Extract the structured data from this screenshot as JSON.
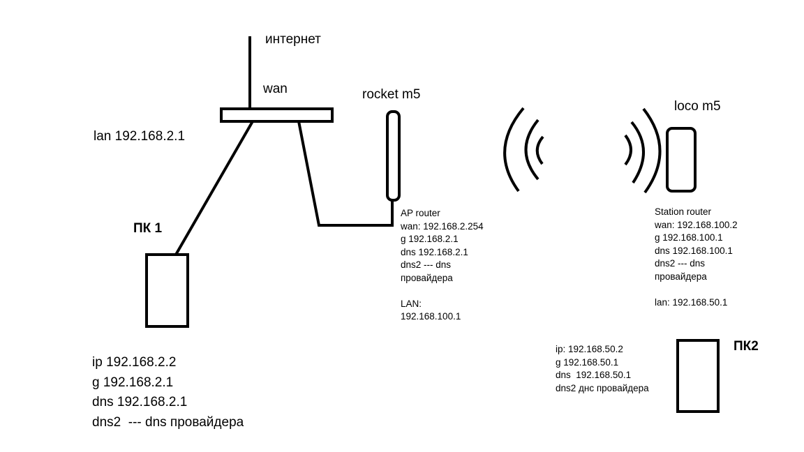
{
  "labels": {
    "internet": "интернет",
    "wan": "wan",
    "lan": "lan 192.168.2.1",
    "rocket": "rocket m5",
    "loco": "loco m5",
    "pc1": "ПК 1",
    "pc2": "ПК2"
  },
  "ap_router": {
    "lines": [
      "AP router",
      "wan: 192.168.2.254",
      "g 192.168.2.1",
      "dns 192.168.2.1",
      "dns2 --- dns",
      "провайдера",
      "",
      "LAN:",
      "192.168.100.1"
    ]
  },
  "station_router": {
    "lines": [
      "Station router",
      "wan: 192.168.100.2",
      "g 192.168.100.1",
      "dns 192.168.100.1",
      "dns2 --- dns",
      "провайдера",
      "",
      "lan: 192.168.50.1"
    ]
  },
  "pc1_info": {
    "lines": [
      "ip 192.168.2.2",
      "g 192.168.2.1",
      "dns 192.168.2.1",
      "dns2  --- dns провайдера"
    ]
  },
  "pc2_info": {
    "lines": [
      "ip: 192.168.50.2",
      "g 192.168.50.1",
      "dns  192.168.50.1",
      "dns2 днс провайдера"
    ]
  }
}
